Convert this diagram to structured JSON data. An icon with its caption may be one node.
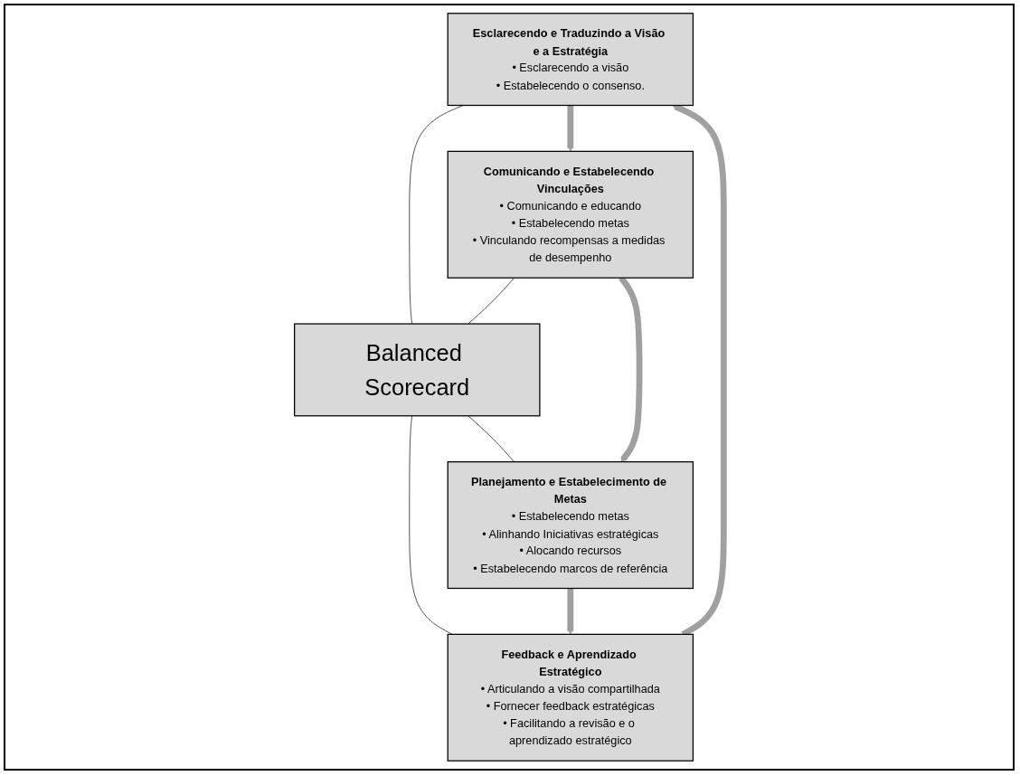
{
  "diagram": {
    "nodes": [
      {
        "text": [
          "Esclarecendo e Traduzindo a Visão e a Estratégia",
          "• Esclarecendo a visão",
          "• Estabelecendo o consenso."
        ]
      },
      {
        "text": [
          "Comunicando e Estabelecendo Vinculações",
          "• Comunicando e educando",
          "• Estabelecendo metas",
          "• Vinculando recompensas a medidas de desempenho"
        ]
      },
      {
        "text": [
          "Balanced Scorecard"
        ]
      },
      {
        "text": [
          "Feedback e Aprendizado Estratégico",
          "• Articulando a visão compartilhada",
          "• Fornecer feedback estratégicas",
          "• Facilitando a revisão e o aprendizado estratégico"
        ]
      },
      {
        "text": [
          "Planejamento e Estabelecimento de Metas",
          "• Estabelecendo metas",
          "• Alinhando Iniciativas estratégicas",
          "• Alocando recursos",
          "• Estabelecendo marcos de referência"
        ]
      }
    ],
    "edges": [
      {
        "from": 0,
        "to": 2,
        "arrow": "none"
      },
      {
        "from": 1,
        "to": 2,
        "arrow": "none"
      },
      {
        "from": 2,
        "to": 3,
        "arrow": "none"
      },
      {
        "from": 2,
        "to": 4,
        "arrow": "none"
      },
      {
        "from": 0,
        "to": 1,
        "arrow": "to",
        "style": "thick",
        "color": "#a0a0a0"
      },
      {
        "from": 1,
        "to": 4,
        "arrow": "to",
        "style": "thick",
        "color": "#a0a0a0"
      },
      {
        "from": 4,
        "to": 3,
        "arrow": "to",
        "style": "thick",
        "color": "#a0a0a0"
      },
      {
        "from": 3,
        "to": 0,
        "arrow": "to",
        "style": "thick",
        "color": "#a0a0a0"
      }
    ]
  }
}
